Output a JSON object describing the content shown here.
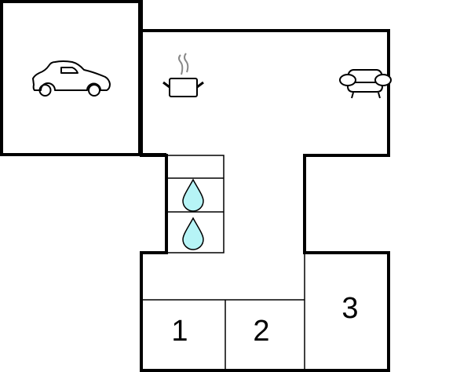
{
  "plan": {
    "type": "floor-plan",
    "wall_color": "#000000",
    "background": "#ffffff",
    "water_color": "#b6f4f6"
  },
  "rooms": [
    {
      "id": "garage",
      "icon": "car-icon",
      "label": ""
    },
    {
      "id": "kitchen-living",
      "icons": [
        "cooking-pot-icon",
        "armchair-icon"
      ],
      "label": ""
    },
    {
      "id": "bathroom",
      "icons": [
        "water-drop-icon",
        "water-drop-icon"
      ],
      "label": ""
    },
    {
      "id": "hall",
      "label": ""
    },
    {
      "id": "bedroom-1",
      "label": "1"
    },
    {
      "id": "bedroom-2",
      "label": "2"
    },
    {
      "id": "bedroom-3",
      "label": "3"
    }
  ],
  "labels": {
    "bedroom_1": "1",
    "bedroom_2": "2",
    "bedroom_3": "3"
  }
}
